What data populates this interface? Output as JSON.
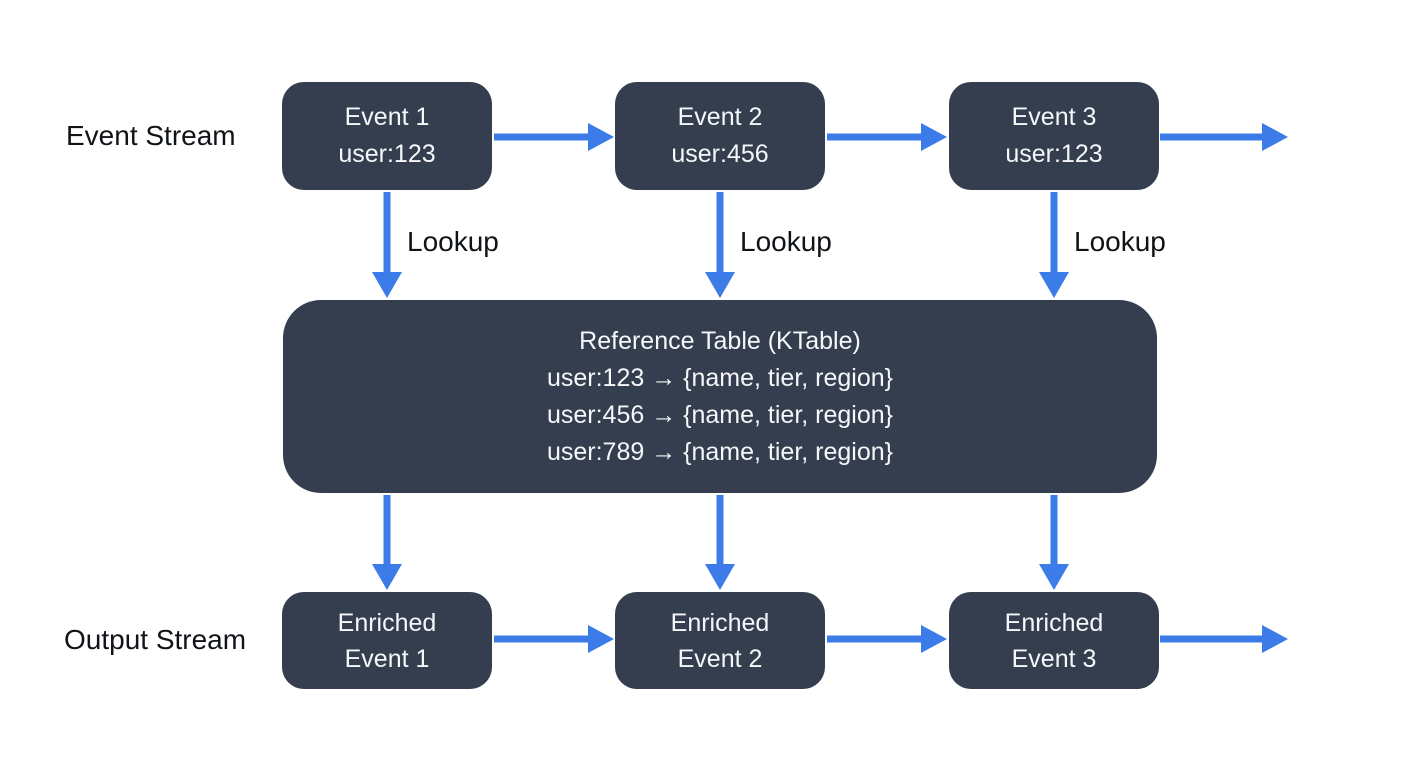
{
  "colors": {
    "box_dark": "#343e4e",
    "arrow_blue": "#3b7ce9",
    "box_text": "#f5f7fa",
    "label_text": "#101418",
    "background": "#ffffff"
  },
  "event_stream": {
    "label": "Event Stream",
    "events": [
      {
        "title": "Event 1",
        "key": "user:123"
      },
      {
        "title": "Event 2",
        "key": "user:456"
      },
      {
        "title": "Event 3",
        "key": "user:123"
      }
    ]
  },
  "lookups": {
    "label_1": "Lookup",
    "label_2": "Lookup",
    "label_3": "Lookup"
  },
  "reference_table": {
    "title": "Reference Table (KTable)",
    "entries": [
      "user:123 → {name, tier, region}",
      "user:456 → {name, tier, region}",
      "user:789 → {name, tier, region}"
    ]
  },
  "output_stream": {
    "label": "Output Stream",
    "events": [
      {
        "line1": "Enriched",
        "line2": "Event 1"
      },
      {
        "line1": "Enriched",
        "line2": "Event 2"
      },
      {
        "line1": "Enriched",
        "line2": "Event 3"
      }
    ]
  }
}
